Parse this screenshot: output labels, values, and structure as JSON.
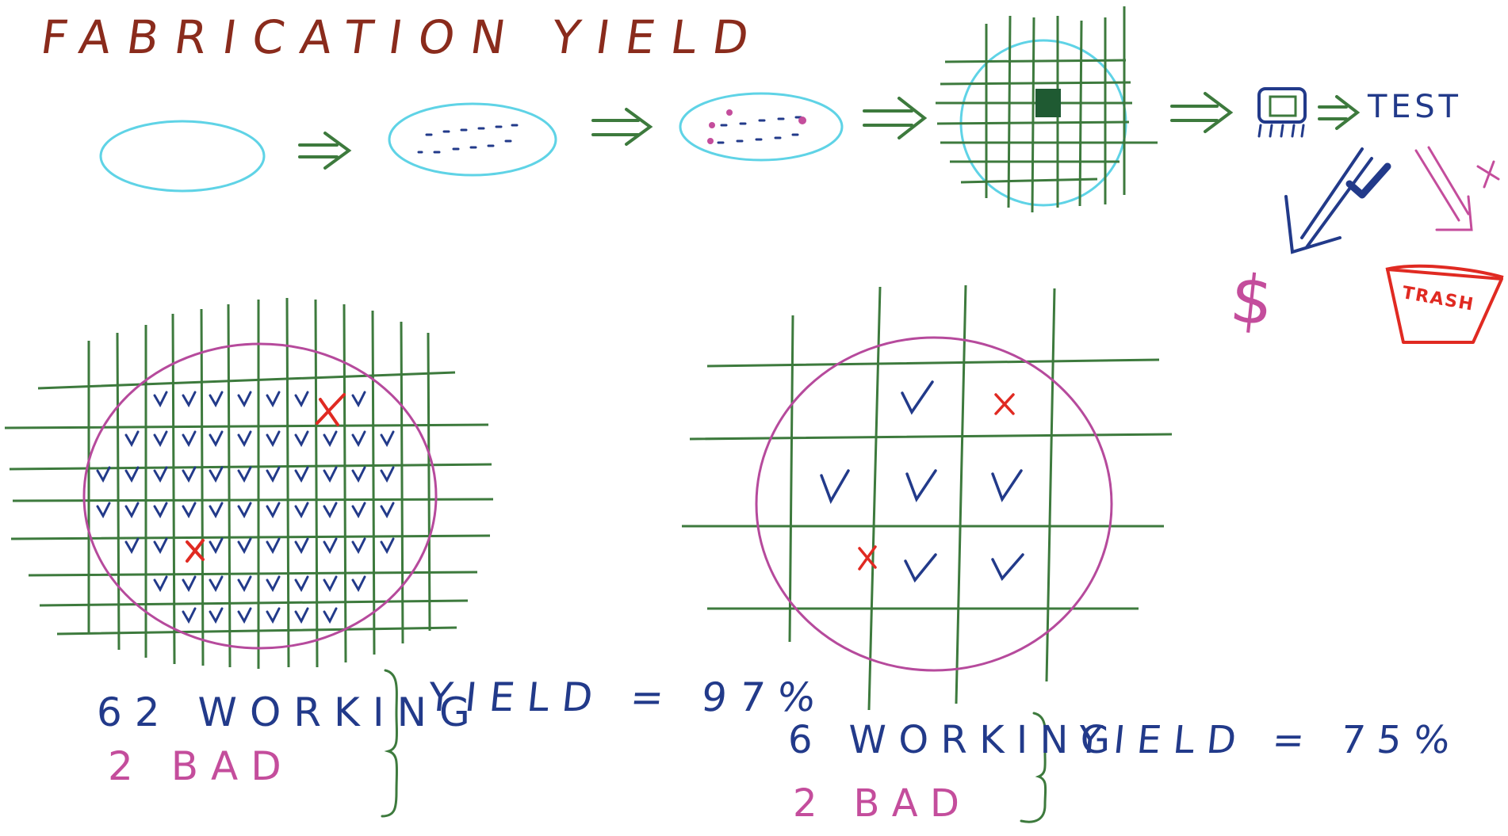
{
  "title": "FABRICATION YIELD",
  "flow": {
    "test_label": "TEST",
    "pass_symbol": "$",
    "trash_label": "TRASH"
  },
  "example_large": {
    "working_label": "62 WORKING",
    "bad_label": "2 BAD",
    "yield_label": "YIELD = 97%"
  },
  "example_small": {
    "working_label": "6 WORKING",
    "bad_label": "2 BAD",
    "yield_label": "YIELD = 75%"
  },
  "colors": {
    "title": "#8a2b1c",
    "wafer": "#5fd3e6",
    "grid": "#3d7a3d",
    "check": "#223a8a",
    "defect": "#e02a22",
    "circle": "#c44d9c",
    "bad_text": "#c44d9c",
    "trash": "#e02a22"
  },
  "icons": [
    "arrow-right-icon",
    "chip-icon",
    "check-icon",
    "cross-icon",
    "trash-bin-icon",
    "dollar-icon"
  ]
}
